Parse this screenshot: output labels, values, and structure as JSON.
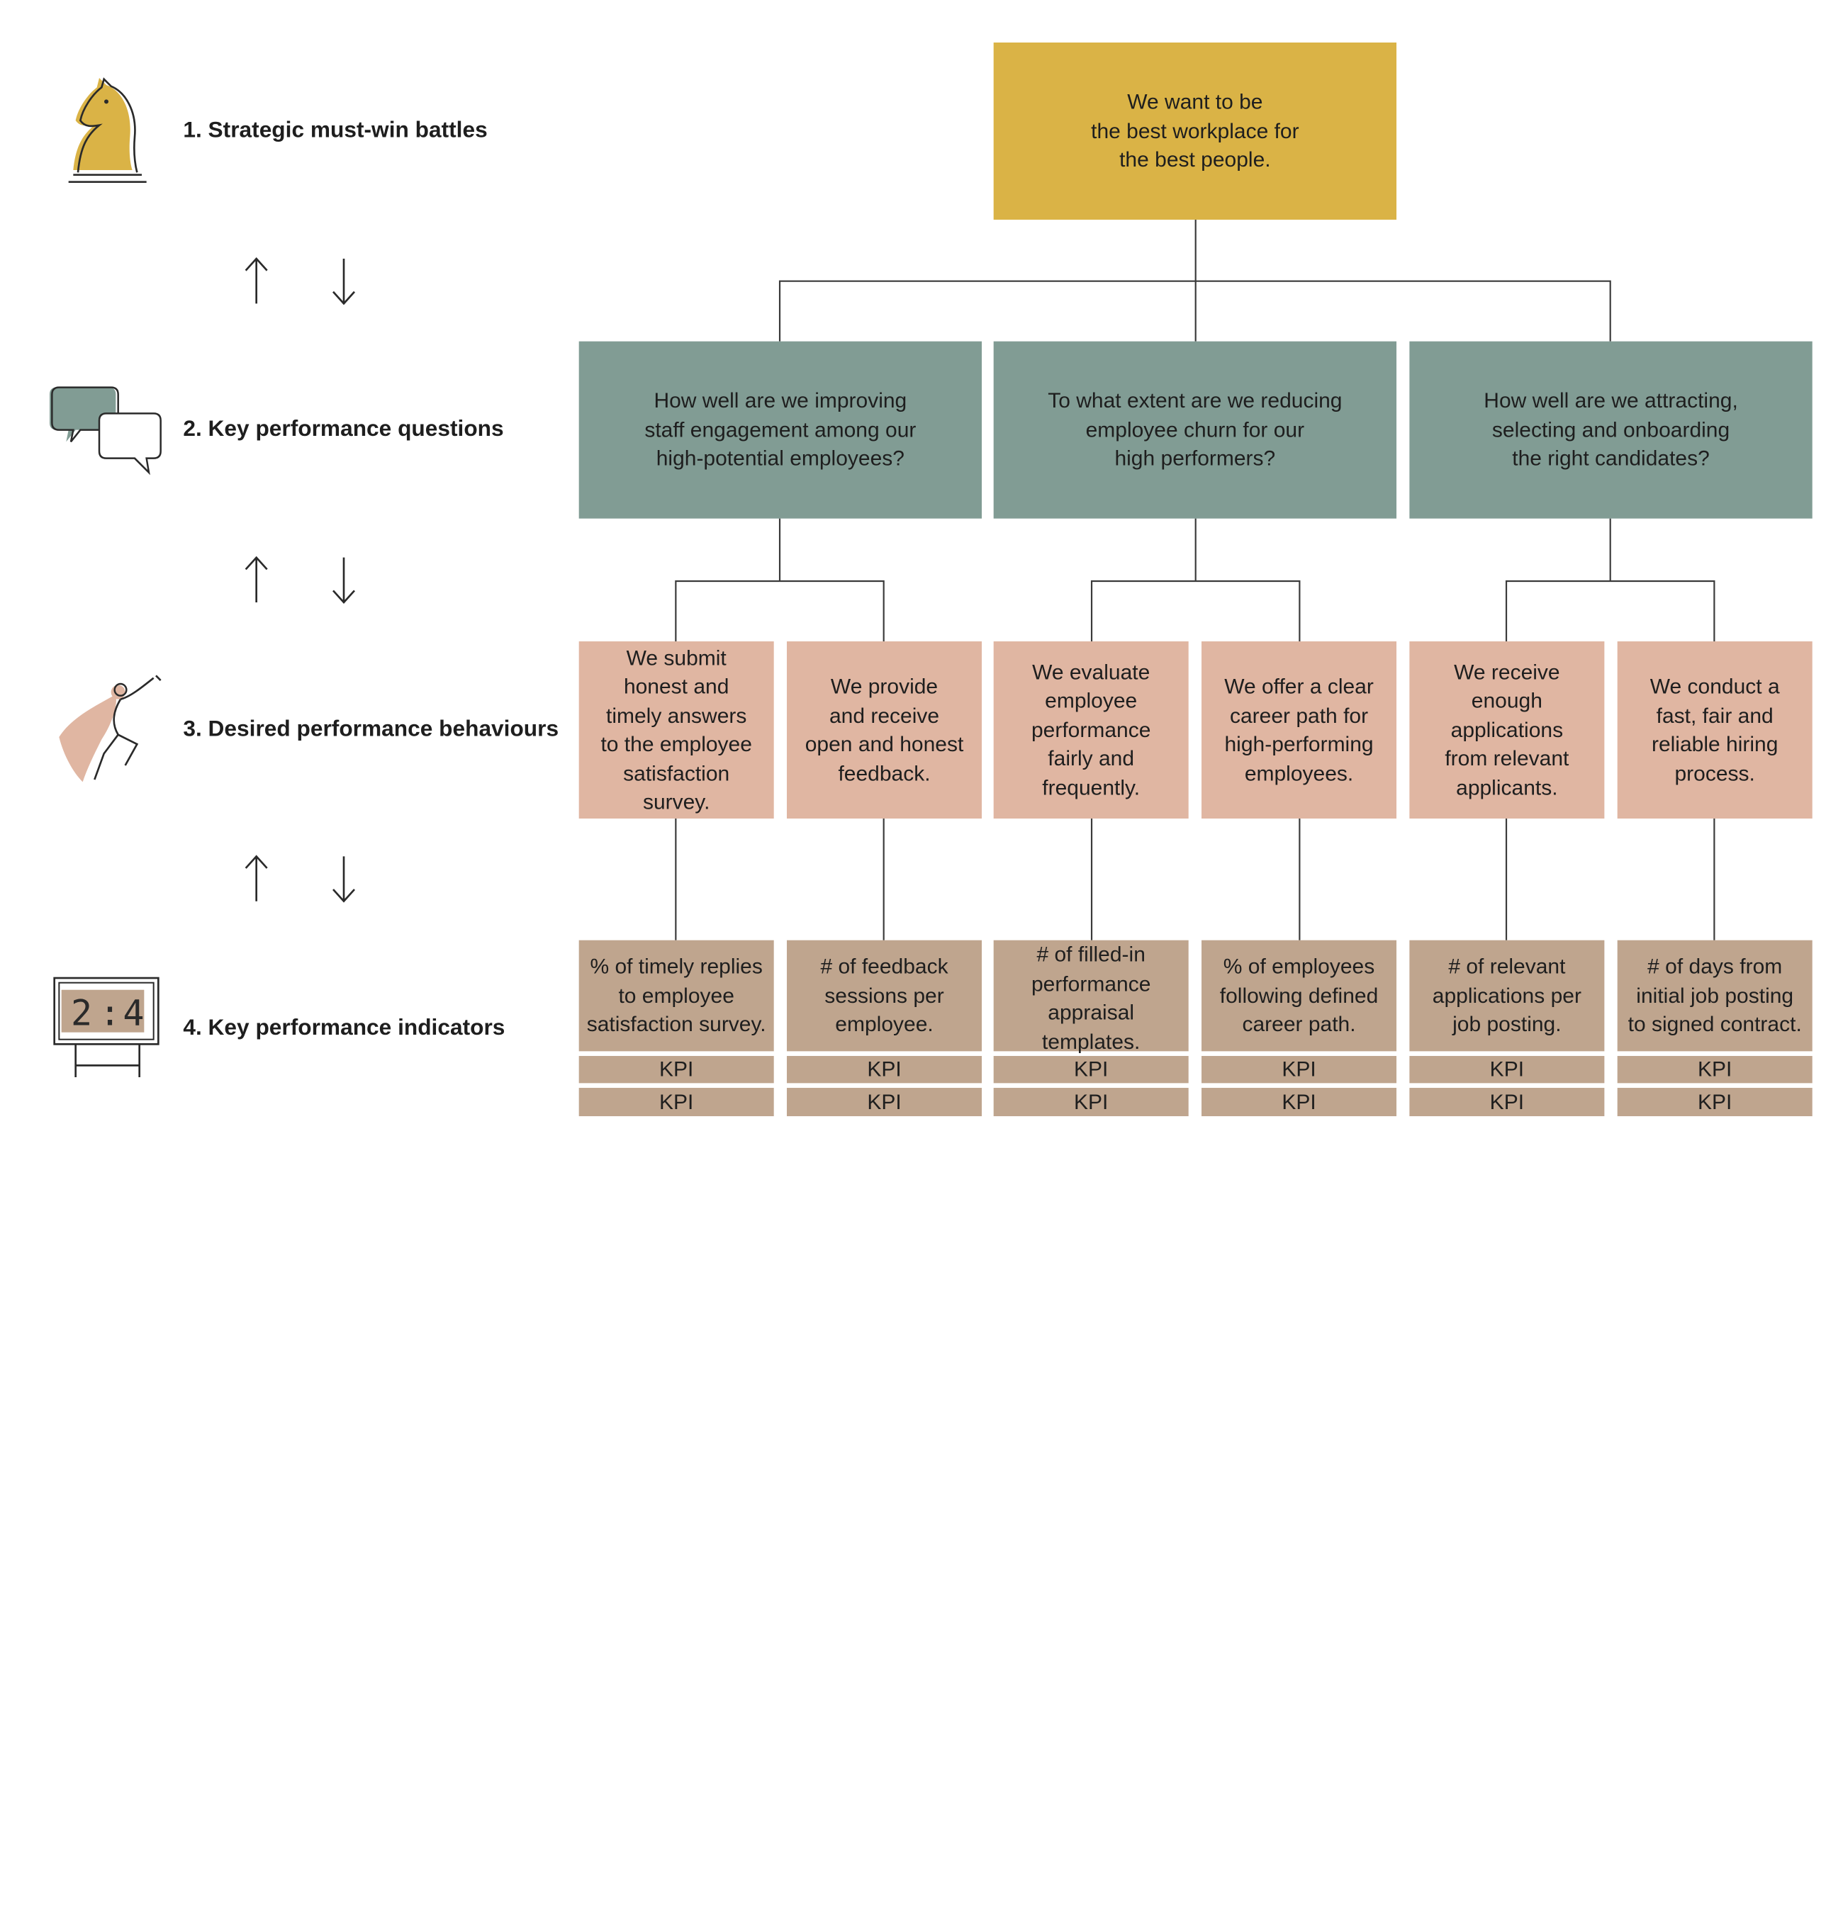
{
  "levels": [
    {
      "label": "1. Strategic must-win battles",
      "icon": "chess-knight-icon"
    },
    {
      "label": "2. Key performance questions",
      "icon": "speech-bubbles-icon"
    },
    {
      "label": "3. Desired performance behaviours",
      "icon": "superhero-icon"
    },
    {
      "label": "4. Key performance indicators",
      "icon": "scoreboard-icon"
    }
  ],
  "scoreboard": {
    "left": "2",
    "sep": ":",
    "right": "4"
  },
  "goal": {
    "lines": [
      "We want to be",
      "the best workplace for",
      "the best people."
    ]
  },
  "questions": [
    {
      "lines": [
        "How well are we improving",
        "staff engagement among our",
        "high-potential employees?"
      ]
    },
    {
      "lines": [
        "To what extent are we reducing",
        "employee churn for our",
        "high performers?"
      ]
    },
    {
      "lines": [
        "How well are we attracting,",
        "selecting and onboarding",
        "the right candidates?"
      ]
    }
  ],
  "behaviours": [
    {
      "lines": [
        "We submit",
        "honest and",
        "timely answers",
        "to the employee",
        "satisfaction",
        "survey."
      ]
    },
    {
      "lines": [
        "We provide",
        "and receive",
        "open and honest",
        "feedback."
      ]
    },
    {
      "lines": [
        "We evaluate",
        "employee",
        "performance",
        "fairly and",
        "frequently."
      ]
    },
    {
      "lines": [
        "We offer a clear",
        "career path for",
        "high-performing",
        "employees."
      ]
    },
    {
      "lines": [
        "We receive",
        "enough",
        "applications",
        "from relevant",
        "applicants."
      ]
    },
    {
      "lines": [
        "We conduct a",
        "fast, fair and",
        "reliable hiring",
        "process."
      ]
    }
  ],
  "indicators": [
    {
      "lines": [
        "% of timely replies",
        "to employee",
        "satisfaction survey."
      ],
      "kpi1": "KPI",
      "kpi2": "KPI"
    },
    {
      "lines": [
        "# of feedback",
        "sessions per",
        "employee."
      ],
      "kpi1": "KPI",
      "kpi2": "KPI"
    },
    {
      "lines": [
        "# of filled-in",
        "performance",
        "appraisal",
        "templates."
      ],
      "kpi1": "KPI",
      "kpi2": "KPI"
    },
    {
      "lines": [
        "% of employees",
        "following defined",
        "career path."
      ],
      "kpi1": "KPI",
      "kpi2": "KPI"
    },
    {
      "lines": [
        "# of relevant",
        "applications per",
        "job posting."
      ],
      "kpi1": "KPI",
      "kpi2": "KPI"
    },
    {
      "lines": [
        "# of days from",
        "initial job posting",
        "to signed contract."
      ],
      "kpi1": "KPI",
      "kpi2": "KPI"
    }
  ],
  "colors": {
    "gold": "#dab346",
    "teal": "#819c94",
    "pink": "#e0b6a2",
    "tan": "#bfa58e",
    "line": "#3a3a3a"
  }
}
